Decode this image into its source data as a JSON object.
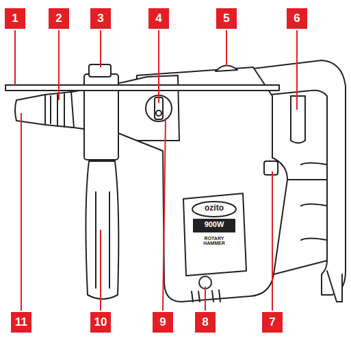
{
  "diagram": {
    "labels": [
      "1",
      "2",
      "3",
      "4",
      "5",
      "6",
      "7",
      "8",
      "9",
      "10",
      "11",
      "ozito",
      "900W",
      "ROTARY HAMMER"
    ]
  }
}
